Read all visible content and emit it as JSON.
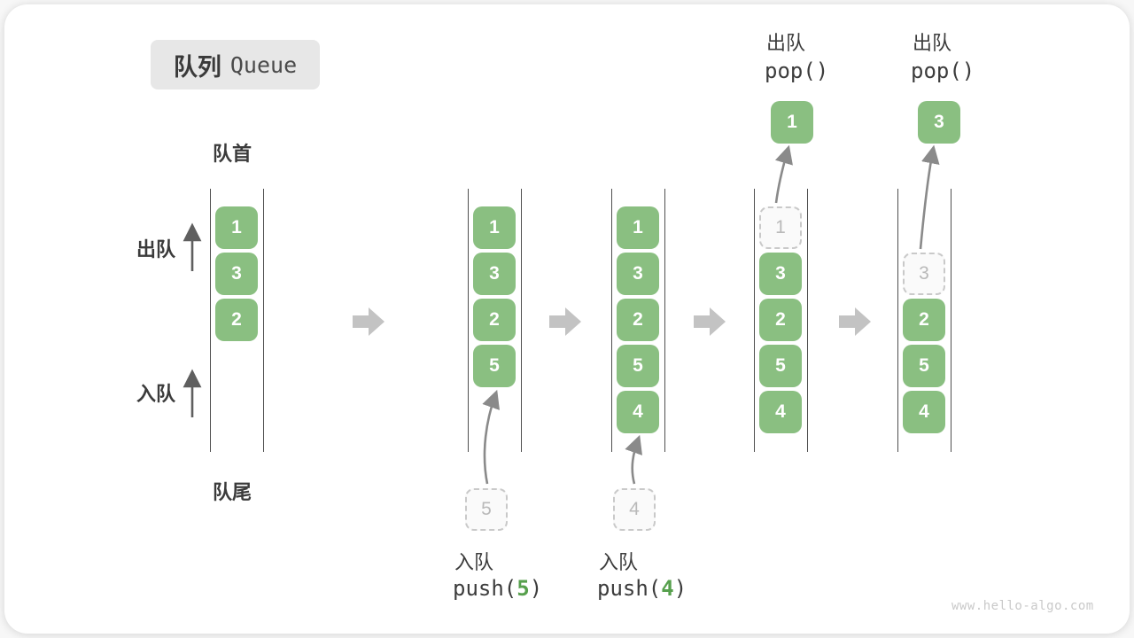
{
  "title": {
    "zh": "队列",
    "en": "Queue"
  },
  "side_labels": {
    "front": "队首",
    "rear": "队尾",
    "dequeue": "出队",
    "enqueue": "入队"
  },
  "colors": {
    "box_green": "#8abf81",
    "code_arg_green": "#57a04d",
    "dashed_border": "#c9c9c9",
    "big_arrow_gray": "#c3c3c3",
    "line_dark": "#4f4f4f"
  },
  "watermark": "www.hello-algo.com",
  "states": {
    "s1": {
      "cells": [
        "1",
        "3",
        "2"
      ]
    },
    "s2": {
      "cells": [
        "1",
        "3",
        "2",
        "5"
      ],
      "pending": "5",
      "op_label": "入队",
      "code_pre": "push(",
      "code_arg": "5",
      "code_post": ")"
    },
    "s3": {
      "cells": [
        "1",
        "3",
        "2",
        "5",
        "4"
      ],
      "pending": "4",
      "op_label": "入队",
      "code_pre": "push(",
      "code_arg": "4",
      "code_post": ")"
    },
    "s4": {
      "dashed": "1",
      "cells": [
        "3",
        "2",
        "5",
        "4"
      ],
      "popped": "1",
      "op_label": "出队",
      "code": "pop()"
    },
    "s5": {
      "dashed": "3",
      "cells": [
        "2",
        "5",
        "4"
      ],
      "popped": "3",
      "op_label": "出队",
      "code": "pop()"
    }
  }
}
